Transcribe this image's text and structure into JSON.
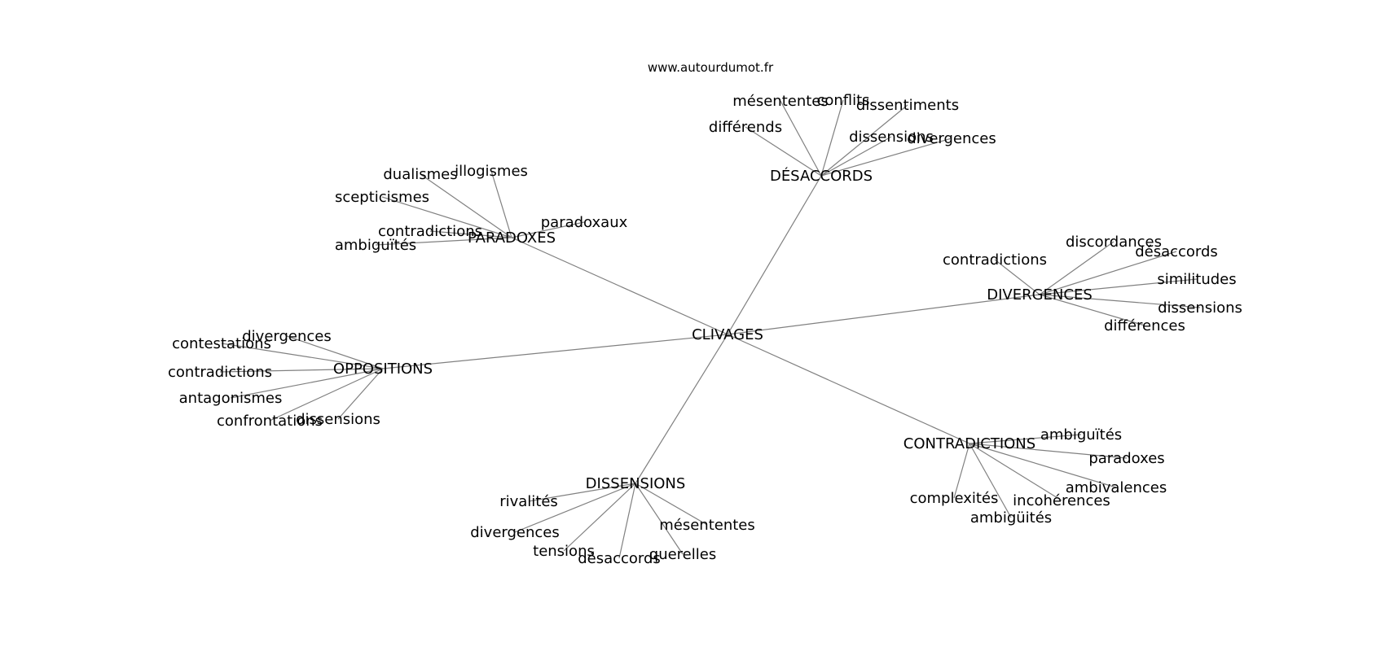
{
  "source": "www.autourdumot.fr",
  "colors": {
    "edge": "#808080",
    "text": "#000000",
    "background": "#ffffff"
  },
  "center": "CLIVAGES",
  "clusters": [
    {
      "label": "DÉSACCORDS",
      "leaves": [
        "mésententes",
        "conflits",
        "dissentiments",
        "différends",
        "dissensions",
        "divergences"
      ]
    },
    {
      "label": "PARADOXES",
      "leaves": [
        "dualismes",
        "illogismes",
        "scepticismes",
        "paradoxaux",
        "contradictions",
        "ambiguïtés"
      ]
    },
    {
      "label": "DIVERGENCES",
      "leaves": [
        "discordances",
        "désaccords",
        "contradictions",
        "similitudes",
        "dissensions",
        "différences"
      ]
    },
    {
      "label": "OPPOSITIONS",
      "leaves": [
        "divergences",
        "contestations",
        "contradictions",
        "antagonismes",
        "confrontations",
        "dissensions"
      ]
    },
    {
      "label": "CONTRADICTIONS",
      "leaves": [
        "ambiguïtés",
        "paradoxes",
        "ambivalences",
        "complexités",
        "incohérences",
        "ambigüités"
      ]
    },
    {
      "label": "DISSENSIONS",
      "leaves": [
        "rivalités",
        "divergences",
        "mésententes",
        "tensions",
        "désaccords",
        "querelles"
      ]
    }
  ]
}
